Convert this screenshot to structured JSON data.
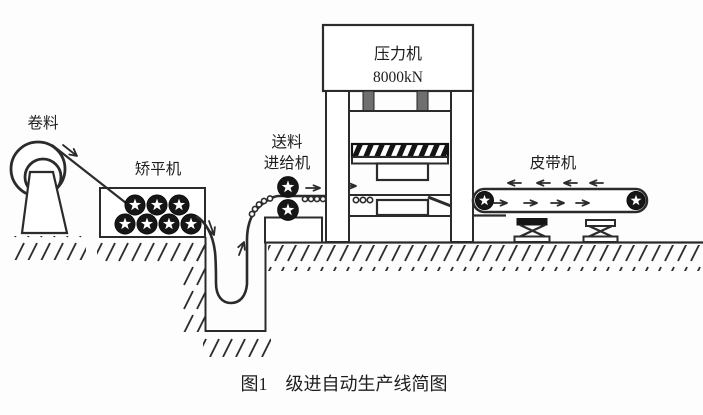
{
  "figure": {
    "caption": "图1　级进自动生产线简图",
    "labels": {
      "coil": "卷料",
      "leveler": "矫平机",
      "feeder_line1": "送料",
      "feeder_line2": "进给机",
      "press_name": "压力机",
      "press_capacity": "8000kN",
      "belt": "皮带机"
    },
    "colors": {
      "background": "#fdfdfd",
      "line": "#2b2b2b",
      "dark_fill": "#161616",
      "guide_rod_gray": "#6f6f6f"
    }
  }
}
